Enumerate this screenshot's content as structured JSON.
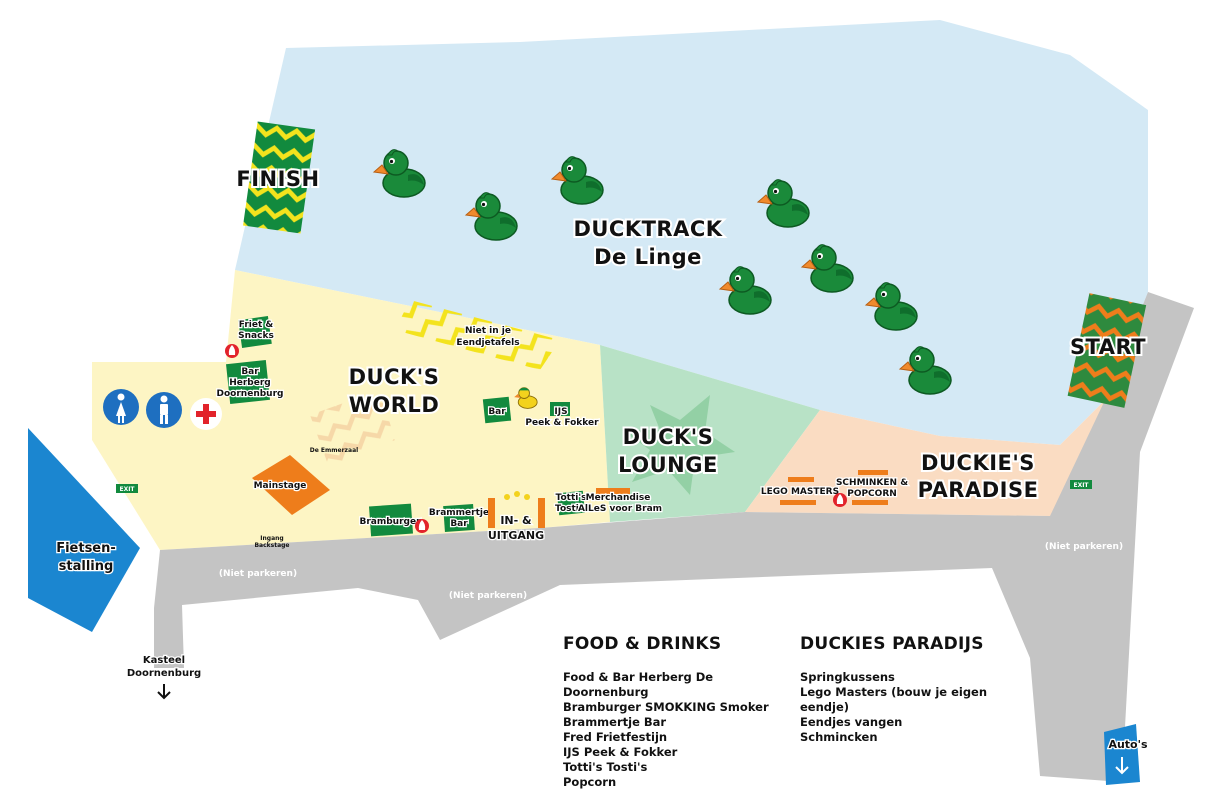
{
  "areas": {
    "ducktrack_line1": "DUCKTRACK",
    "ducktrack_line2": "De Linge",
    "finish": "FINISH",
    "start": "START",
    "ducks_world_line1": "DUCK'S",
    "ducks_world_line2": "WORLD",
    "ducks_lounge_line1": "DUCK'S",
    "ducks_lounge_line2": "LOUNGE",
    "duckies_paradise_line1": "DUCKIE'S",
    "duckies_paradise_line2": "PARADISE",
    "fietsenstalling_line1": "Fietsen-",
    "fietsenstalling_line2": "stalling"
  },
  "points": {
    "friet_line1": "Friet &",
    "friet_line2": "Snacks",
    "herberg_line1": "Bar",
    "herberg_line2": "Herberg",
    "herberg_line3": "Doornenburg",
    "niet_in_je_line1": "Niet in je",
    "niet_in_je_line2": "Eendjetafels",
    "bar": "Bar",
    "ijs_line1": "IJS",
    "ijs_line2": "Peek & Fokker",
    "emmerzaal": "De Emmerzaal",
    "mainstage": "Mainstage",
    "ingang_line1": "Ingang",
    "ingang_line2": "Backstage",
    "bramburger": "Bramburger",
    "brammertje_line1": "Brammertje",
    "brammertje_line2": "Bar",
    "in_uitgang_line1": "IN- &",
    "in_uitgang_line2": "UITGANG",
    "tottis_line1": "Totti's",
    "tottis_line2": "Tosti's",
    "merch_line1": "Merchandise",
    "merch_line2": "AlLeS voor Bram",
    "lego": "LEGO MASTERS",
    "schminken_line1": "SCHMINKEN &",
    "schminken_line2": "POPCORN",
    "exit_sign": "EXIT"
  },
  "roads": {
    "niet_parkeren_1": "(Niet parkeren)",
    "niet_parkeren_2": "(Niet parkeren)",
    "niet_parkeren_3": "(Niet parkeren)",
    "kasteel_line1": "Kasteel",
    "kasteel_line2": "Doornenburg",
    "autos": "Auto's",
    "down_arrow": "↓"
  },
  "legend_food": {
    "title": "FOOD & DRINKS",
    "items": [
      "Food & Bar Herberg De Doornenburg",
      "Bramburger SMOKKING Smoker",
      "Brammertje Bar",
      "Fred Frietfestijn",
      "IJS Peek & Fokker",
      "Totti's Tosti's",
      "Popcorn"
    ]
  },
  "legend_paradise": {
    "title": "DUCKIES PARADIJS",
    "items": [
      "Springkussens",
      "Lego Masters (bouw je eigen eendje)",
      "Eendjes vangen",
      "Schmincken"
    ]
  },
  "colors": {
    "water": "#d4e9f5",
    "festival": "#fdf5c4",
    "lounge": "#b8e2c6",
    "paradise": "#fadcc2",
    "road": "#c4c4c4",
    "parking": "#1b86d0",
    "duck": "#1a8a3a",
    "duck_beak": "#f08a2c",
    "stage": "#ee7d1b",
    "bar_green": "#128a3e",
    "chevron_yellow": "#f3e31d",
    "toilet_blue": "#1e6fc0",
    "first_aid_red": "#e2232b"
  },
  "icons": [
    "duck-icon",
    "female-toilet-icon",
    "male-toilet-icon",
    "first-aid-cross-icon",
    "fire-icon",
    "exit-sign-icon",
    "down-arrow-icon"
  ]
}
